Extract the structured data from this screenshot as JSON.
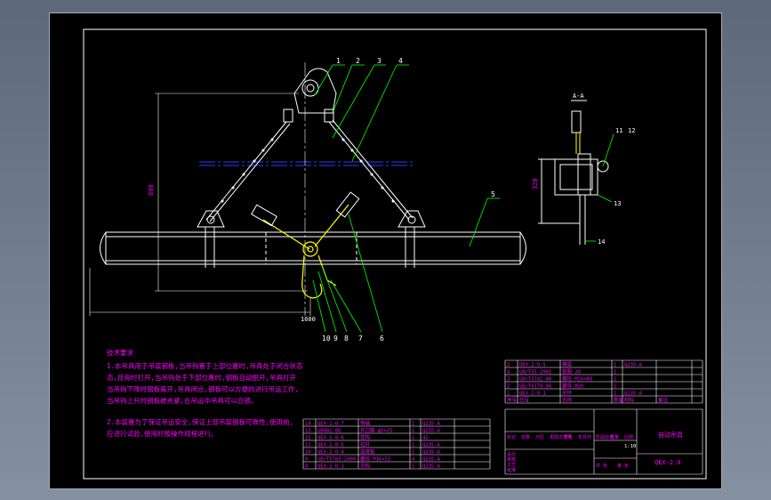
{
  "colors": {
    "frame": "#ffffff",
    "outline": "#ffffff",
    "chain": "#ffffff",
    "hook": "#ffff00",
    "leader": "#00ff00",
    "dim": "#ff00ff",
    "centerline": "#0000ff",
    "note_text": "#ff00ff",
    "table_text": "#ff00ff",
    "table_line": "#ffffff"
  },
  "drawing": {
    "callouts_top": [
      "1",
      "2",
      "3",
      "4"
    ],
    "callout_right": "5",
    "callouts_bottom": [
      "10",
      "9",
      "8",
      "7",
      "6"
    ],
    "dim_height": "800",
    "dim_width": "1600",
    "section_label": "A-A",
    "side_dim": "320",
    "side_callouts": [
      "11",
      "12",
      "13",
      "14"
    ]
  },
  "notes": {
    "title": "技术要求",
    "lines": [
      "1.本吊具用于吊装钢板,当吊钩置于上部位置时,吊具处于闭合状态",
      "态,挂钩时打开,当吊钩处于下部位置时,钢板自动脱开,吊具打开",
      "当吊钩下降时钢板离开,吊具闭合,钢板可以方便的进行吊运工作,",
      "当吊钩上升时钢板被夹紧,在吊运中吊具可以自锁。",
      "2.本装置为了保证吊运安全,保证上部吊装钢板可靠性,使用前,",
      "应进行试验,使用时按操作规程进行。"
    ]
  },
  "parts_table_top": [
    [
      "5",
      "QEX-2.0-5",
      "横梁",
      "1",
      "Q235-A",
      ""
    ],
    [
      "4",
      "GB/T95-2002",
      "垫圈 20",
      "1",
      "",
      ""
    ],
    [
      "3",
      "GB/T5782-86",
      "螺栓 M20×80",
      "2",
      "",
      ""
    ],
    [
      "2",
      "GB/T6170-86",
      "螺母 M20",
      "2",
      "",
      ""
    ],
    [
      "1",
      "QEX-2.0-1",
      "吊环",
      "1",
      "Q235-A",
      ""
    ]
  ],
  "parts_table_top_header": [
    "序号",
    "代号",
    "名称",
    "数量",
    "材料",
    "备注"
  ],
  "parts_table_bottom": [
    [
      "14",
      "QEX-2.0-7",
      "销轴",
      "1",
      "Q235-A",
      ""
    ],
    [
      "13",
      "GB882-86",
      "开口销 φ5×25",
      "1",
      "Q235-A",
      ""
    ],
    [
      "12",
      "QEX-2.0-6",
      "挂钩",
      "1",
      "45",
      ""
    ],
    [
      "11",
      "QEX-2.0-5",
      "拉杆",
      "1",
      "Q235-A",
      ""
    ],
    [
      "10",
      "QEX-2.0-4",
      "连接板",
      "1",
      "Q235-A",
      ""
    ],
    [
      "9",
      "GB/T5783-2000",
      "螺栓 M16×55",
      "4",
      "Q235-A",
      ""
    ],
    [
      "8",
      "QEX-2.0-3",
      "吊钩",
      "1",
      "Q235-A",
      ""
    ]
  ],
  "title_block": {
    "name": "自动吊具",
    "code": "QEX-2.0",
    "scale": "1:10",
    "row_labels": [
      "标记",
      "处数",
      "分区",
      "更改文件号",
      "签名",
      "年月日"
    ],
    "sign_labels": [
      "设计",
      "审核",
      "工艺",
      "批准"
    ],
    "stage_labels": [
      "阶段标记",
      "重量",
      "比例"
    ],
    "sheet_labels": [
      "共 张",
      "第 张"
    ]
  }
}
